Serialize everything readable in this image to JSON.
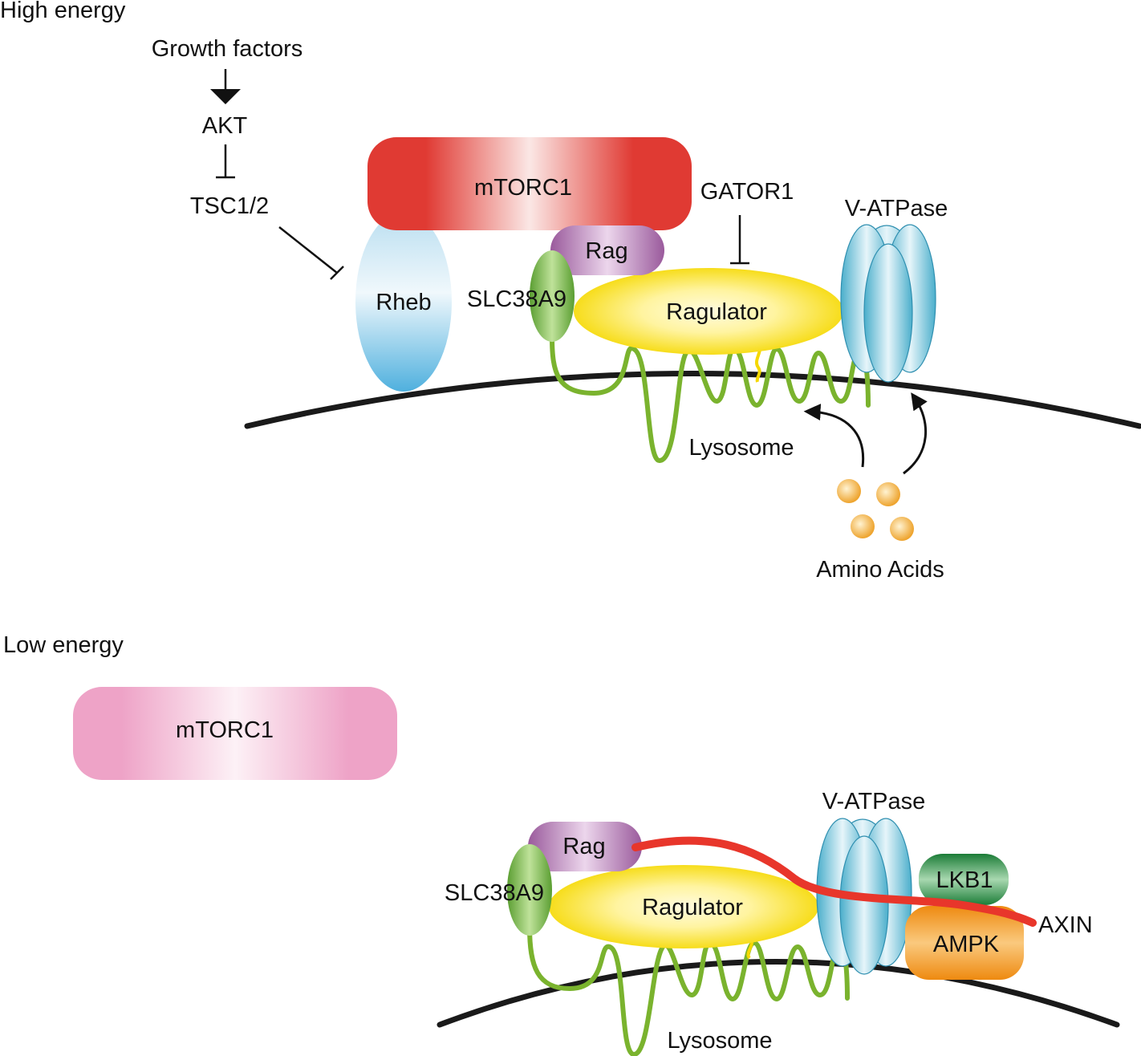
{
  "high_energy": {
    "section_label": "High energy",
    "growth_factors": "Growth factors",
    "akt": "AKT",
    "tsc": "TSC1/2",
    "mtorc1": "mTORC1",
    "gator1": "GATOR1",
    "v_atpase": "V-ATPase",
    "rag": "Rag",
    "rheb": "Rheb",
    "slc38a9": "SLC38A9",
    "ragulator": "Ragulator",
    "lysosome": "Lysosome",
    "amino_acids": "Amino Acids"
  },
  "low_energy": {
    "section_label": "Low energy",
    "mtorc1": "mTORC1",
    "v_atpase": "V-ATPase",
    "rag": "Rag",
    "slc38a9": "SLC38A9",
    "ragulator": "Ragulator",
    "lkb1": "LKB1",
    "axin": "AXIN",
    "ampk": "AMPK",
    "lysosome": "Lysosome"
  },
  "colors": {
    "mtorc1_active": "#e03a33",
    "mtorc1_inactive": "#eea3c7",
    "rag": "#a766a8",
    "rheb": "#5ab6de",
    "slc38a9": "#5fa534",
    "ragulator": "#f5d800",
    "v_atpase": "#4fb2cf",
    "lkb1": "#1f8c3f",
    "ampk": "#f08e16",
    "axin": "#e8362b",
    "amino_acid": "#f0a830",
    "membrane": "#1a1a1a",
    "tether": "#7ab32e"
  }
}
